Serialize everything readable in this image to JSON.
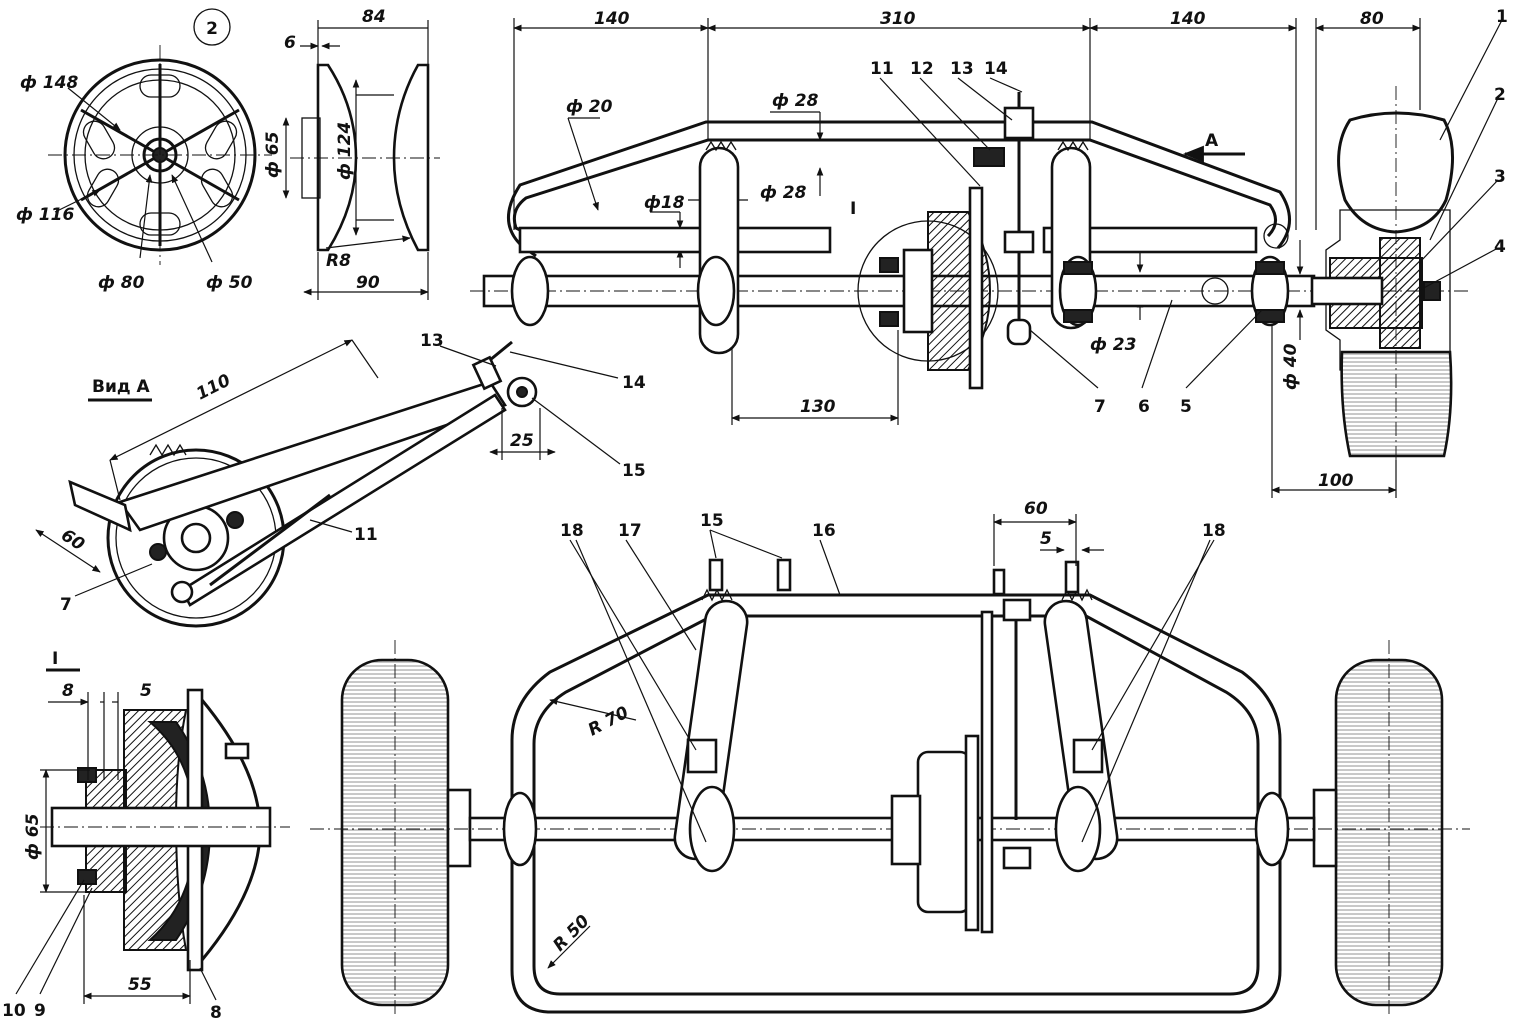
{
  "top_view": {
    "dims": {
      "w_left": "140",
      "w_mid": "310",
      "w_right": "140",
      "w_hub": "80",
      "d20": "ф 20",
      "d28a": "ф 28",
      "d28b": "ф 28",
      "d18": "ф18",
      "d23": "ф 23",
      "d40": "ф 40",
      "d130": "130",
      "d100": "100"
    },
    "section_mark": "I",
    "arrow_label": "A",
    "callouts": [
      "1",
      "2",
      "3",
      "4",
      "5",
      "6",
      "7",
      "11",
      "12",
      "13",
      "14"
    ]
  },
  "wheel_disc": {
    "number": "2",
    "dims": {
      "d148": "ф 148",
      "d116": "ф 116",
      "d80": "ф 80",
      "d50": "ф 50",
      "w84": "84",
      "w6": "6",
      "d65": "ф 65",
      "d124": "ф 124",
      "r8": "R8",
      "w90": "90"
    }
  },
  "view_a": {
    "title": "Вид А",
    "dims": {
      "d110": "110",
      "d25": "25",
      "d60": "60"
    },
    "callouts": [
      "13",
      "14",
      "15",
      "11",
      "7"
    ]
  },
  "section_i": {
    "title": "I",
    "dims": {
      "d8": "8",
      "d5": "5",
      "d65": "ф 65",
      "d55": "55"
    },
    "callouts": [
      "10",
      "9",
      "8"
    ]
  },
  "plan_view": {
    "dims": {
      "d60": "60",
      "d5": "5",
      "r70": "R 70",
      "r50": "R 50"
    },
    "callouts": [
      "18",
      "17",
      "15",
      "16",
      "18"
    ]
  }
}
